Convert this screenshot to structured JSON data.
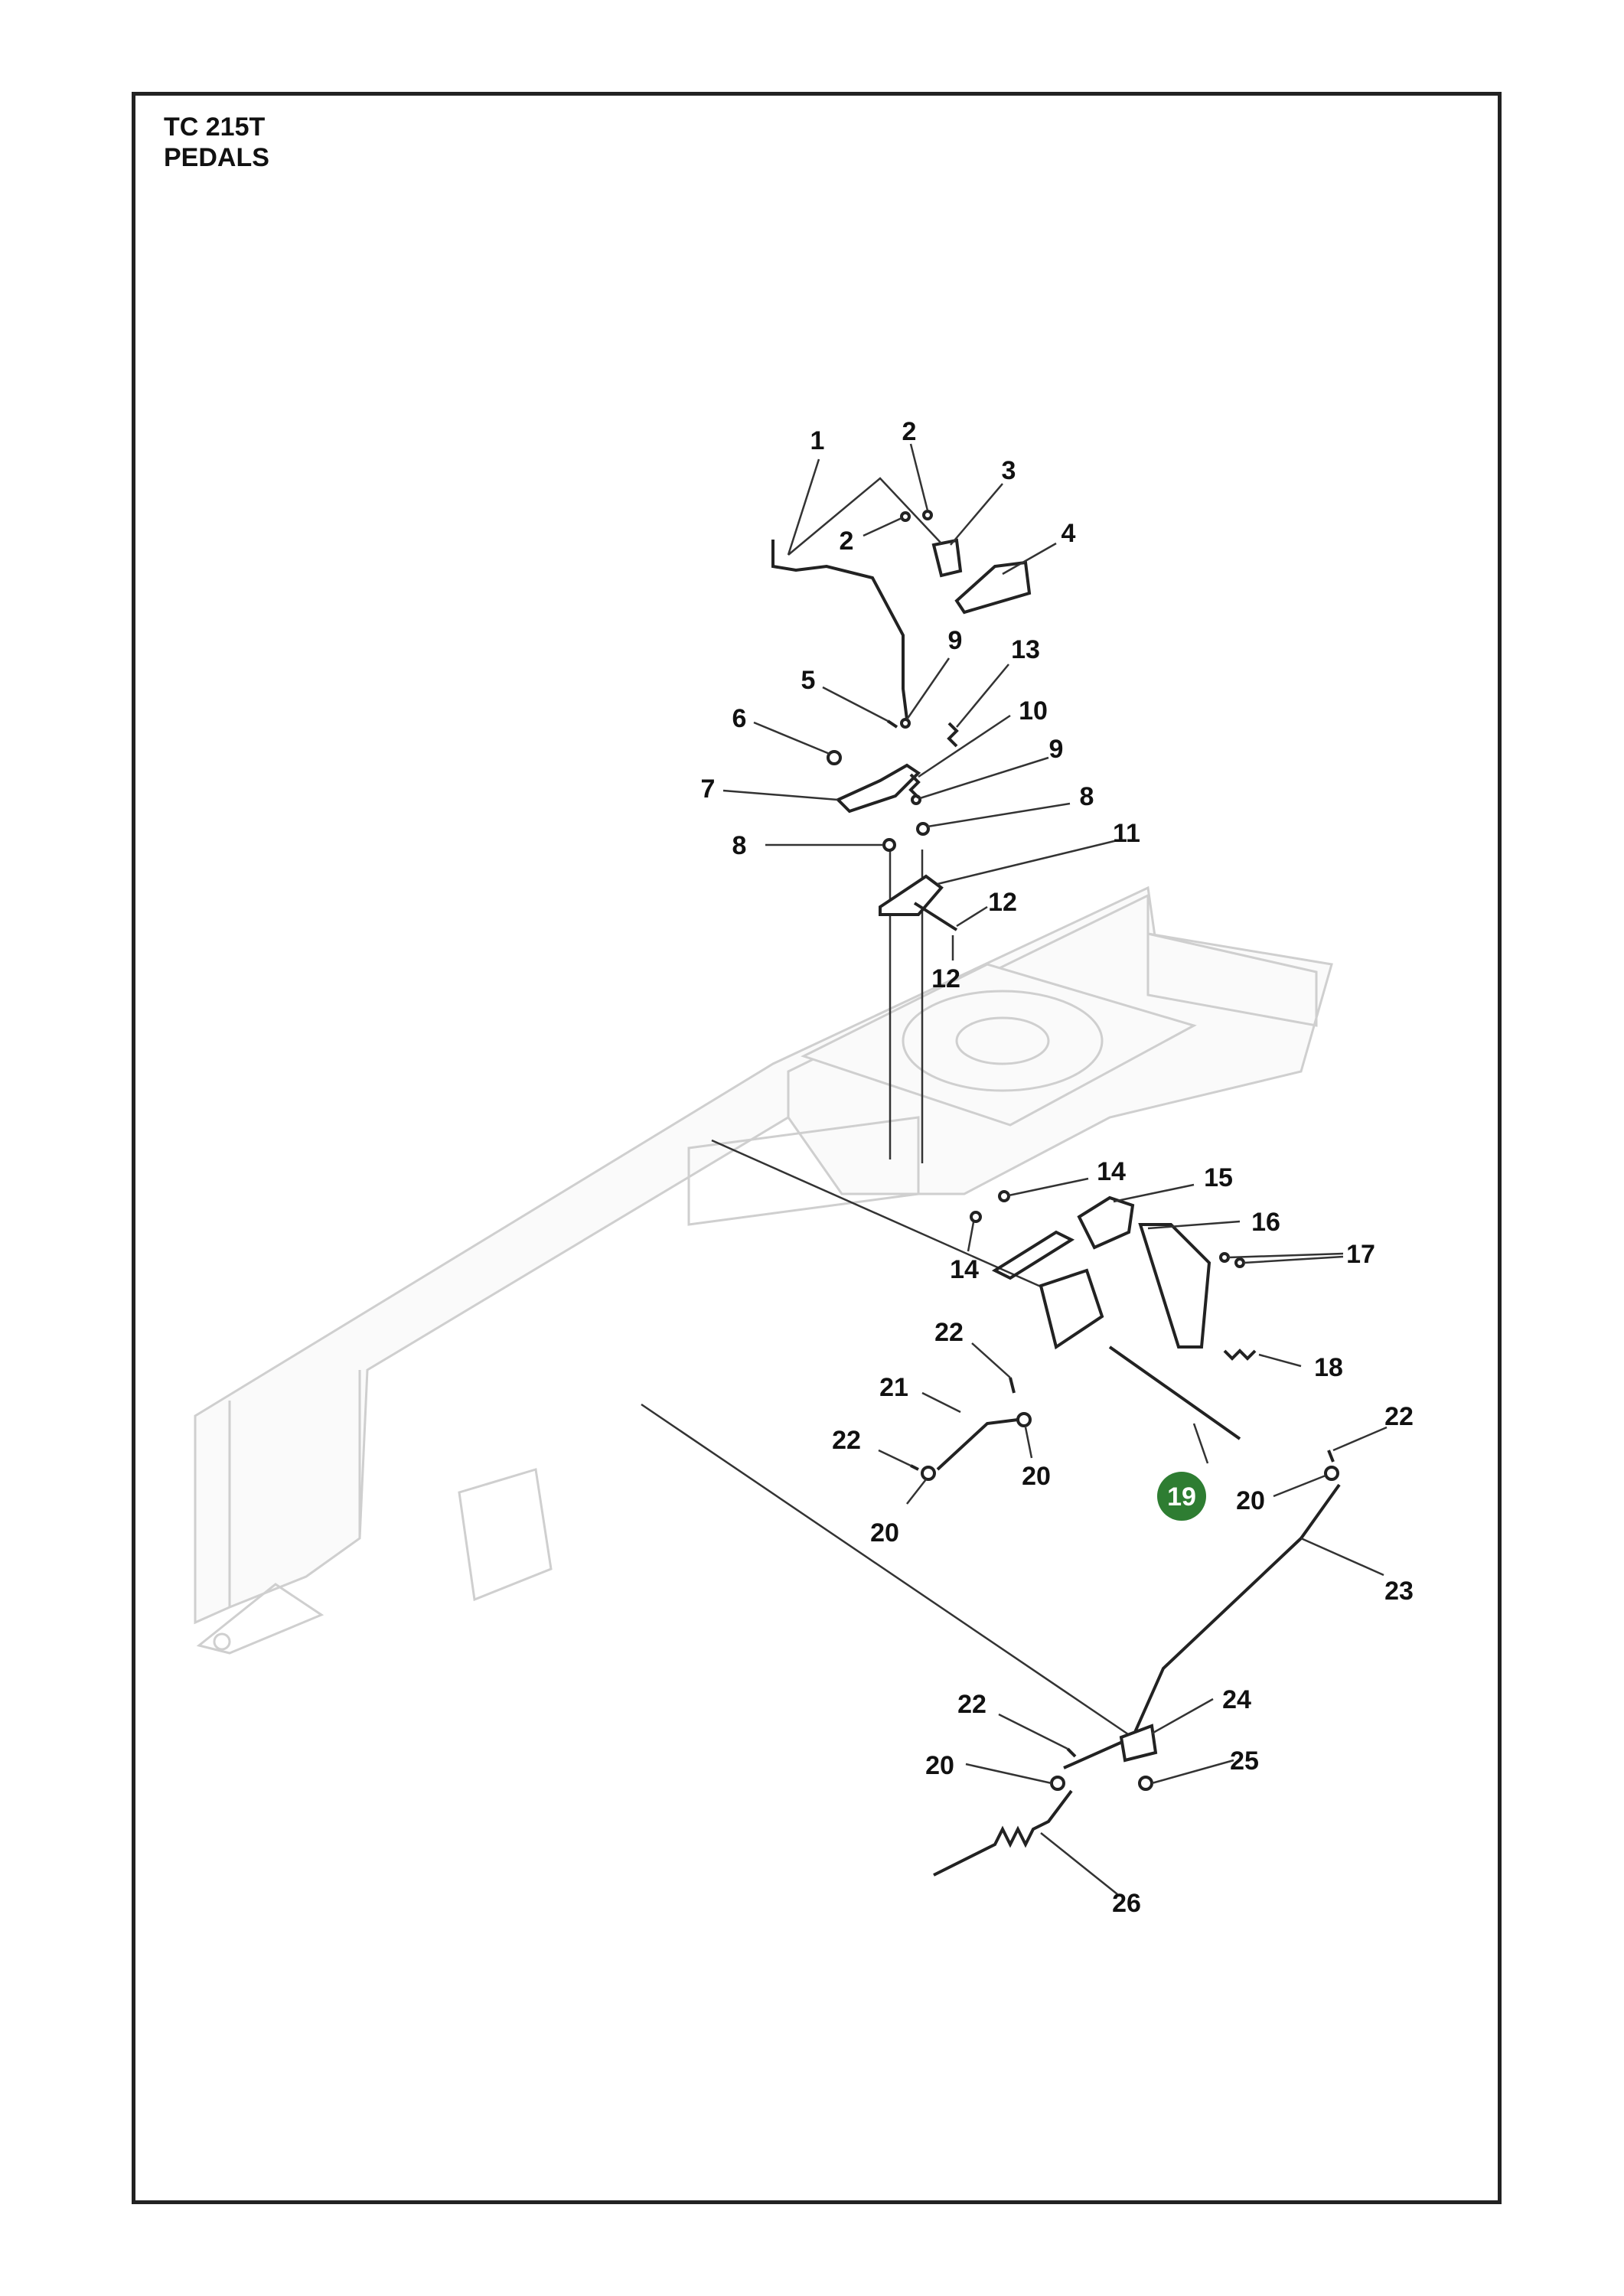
{
  "header": {
    "model": "TC 215T",
    "section": "PEDALS"
  },
  "highlight": {
    "label": "19",
    "color": "#2e7d32"
  },
  "callouts": [
    {
      "id": "c1",
      "label": "1"
    },
    {
      "id": "c2a",
      "label": "2"
    },
    {
      "id": "c2b",
      "label": "2"
    },
    {
      "id": "c3",
      "label": "3"
    },
    {
      "id": "c4",
      "label": "4"
    },
    {
      "id": "c5",
      "label": "5"
    },
    {
      "id": "c6",
      "label": "6"
    },
    {
      "id": "c7",
      "label": "7"
    },
    {
      "id": "c8a",
      "label": "8"
    },
    {
      "id": "c8b",
      "label": "8"
    },
    {
      "id": "c9a",
      "label": "9"
    },
    {
      "id": "c9b",
      "label": "9"
    },
    {
      "id": "c10",
      "label": "10"
    },
    {
      "id": "c11",
      "label": "11"
    },
    {
      "id": "c12a",
      "label": "12"
    },
    {
      "id": "c12b",
      "label": "12"
    },
    {
      "id": "c13",
      "label": "13"
    },
    {
      "id": "c14a",
      "label": "14"
    },
    {
      "id": "c14b",
      "label": "14"
    },
    {
      "id": "c15",
      "label": "15"
    },
    {
      "id": "c16",
      "label": "16"
    },
    {
      "id": "c17",
      "label": "17"
    },
    {
      "id": "c18",
      "label": "18"
    },
    {
      "id": "c20a",
      "label": "20"
    },
    {
      "id": "c20b",
      "label": "20"
    },
    {
      "id": "c20c",
      "label": "20"
    },
    {
      "id": "c20d",
      "label": "20"
    },
    {
      "id": "c21",
      "label": "21"
    },
    {
      "id": "c22a",
      "label": "22"
    },
    {
      "id": "c22b",
      "label": "22"
    },
    {
      "id": "c22c",
      "label": "22"
    },
    {
      "id": "c22d",
      "label": "22"
    },
    {
      "id": "c23",
      "label": "23"
    },
    {
      "id": "c24",
      "label": "24"
    },
    {
      "id": "c25",
      "label": "25"
    },
    {
      "id": "c26",
      "label": "26"
    }
  ]
}
